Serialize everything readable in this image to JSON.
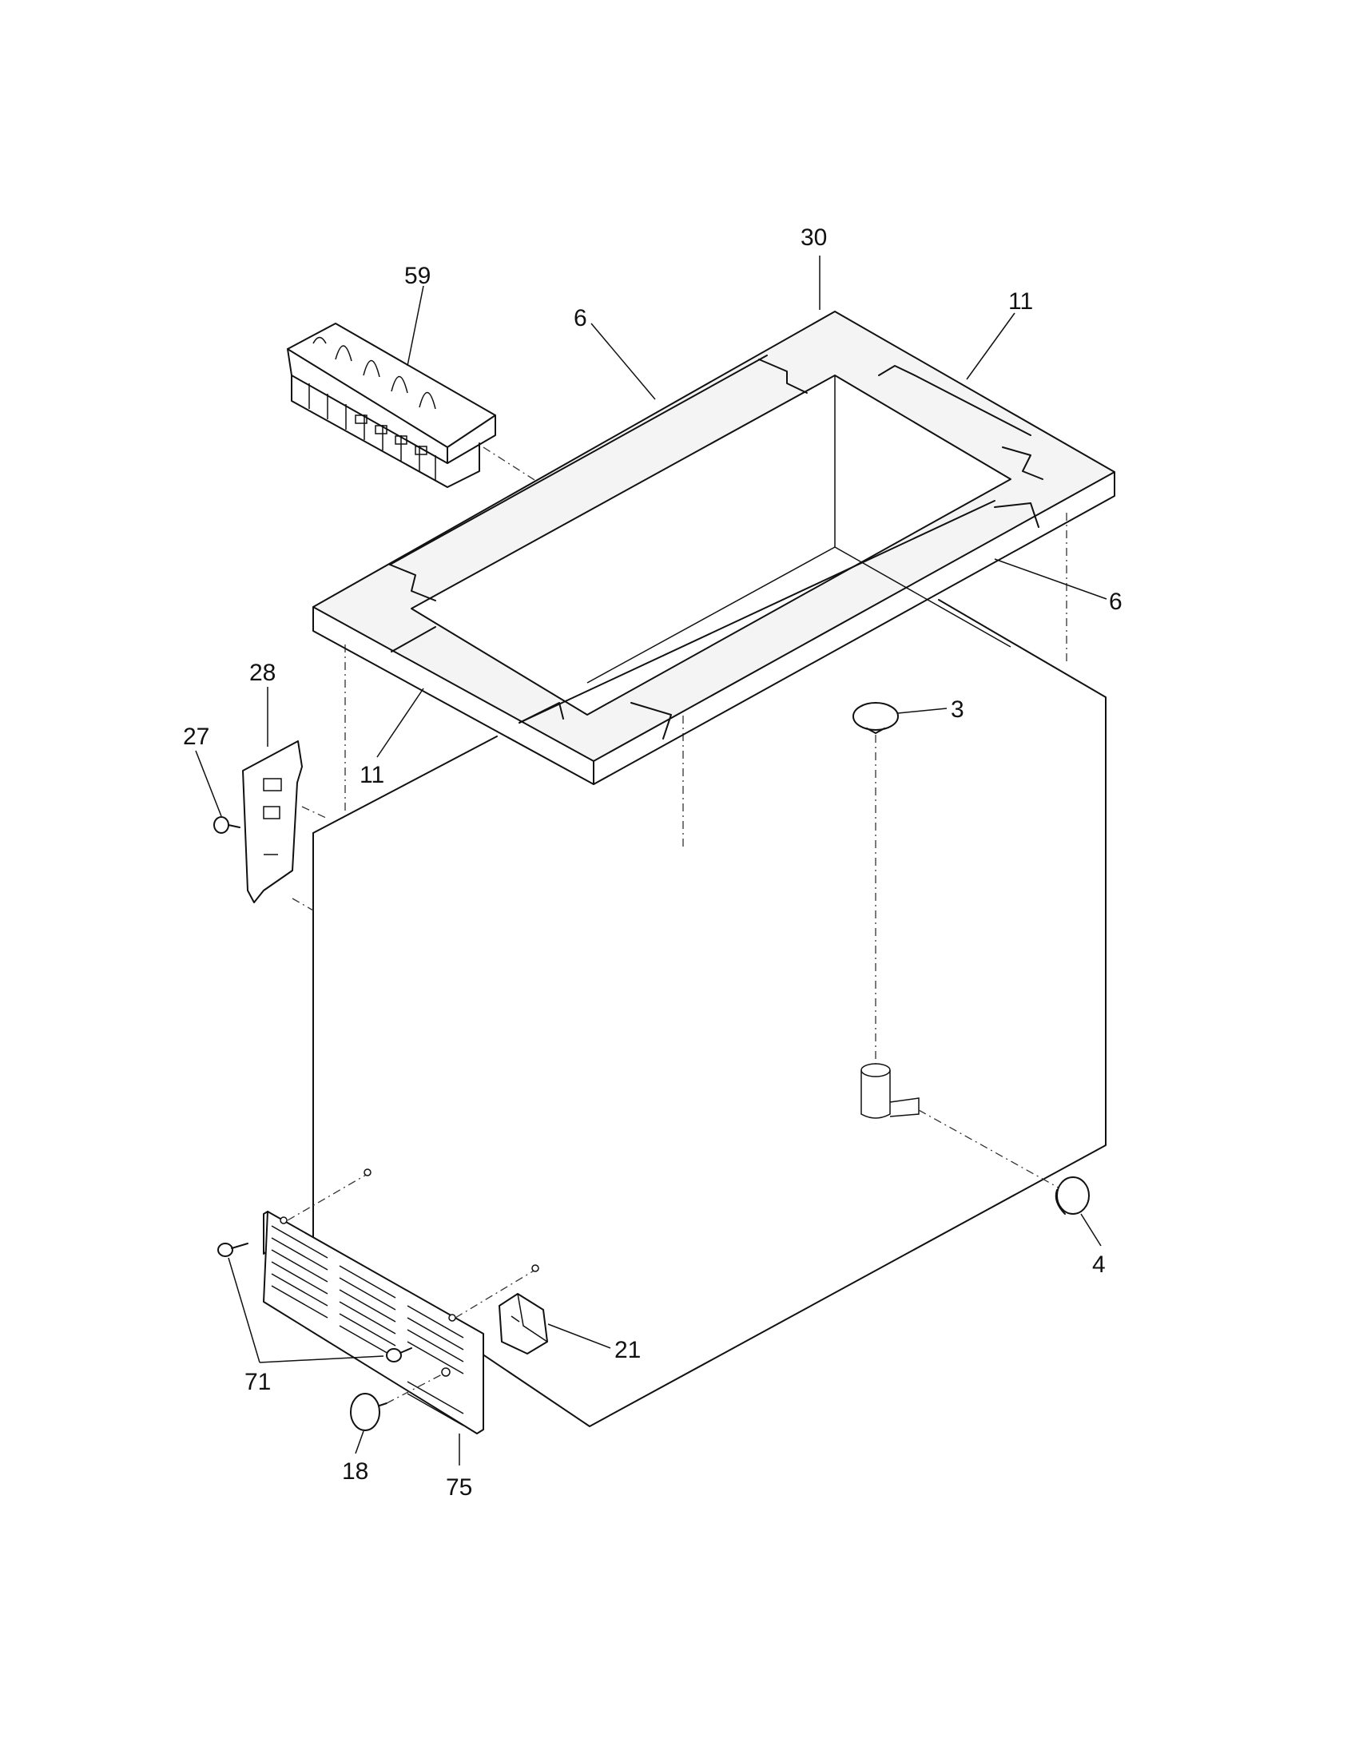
{
  "labels": {
    "p59": "59",
    "p30": "30",
    "p6_top": "6",
    "p11_top": "11",
    "p6_right": "6",
    "p28": "28",
    "p27": "27",
    "p11_left": "11",
    "p3": "3",
    "p4": "4",
    "p21": "21",
    "p71": "71",
    "p18": "18",
    "p75": "75"
  }
}
